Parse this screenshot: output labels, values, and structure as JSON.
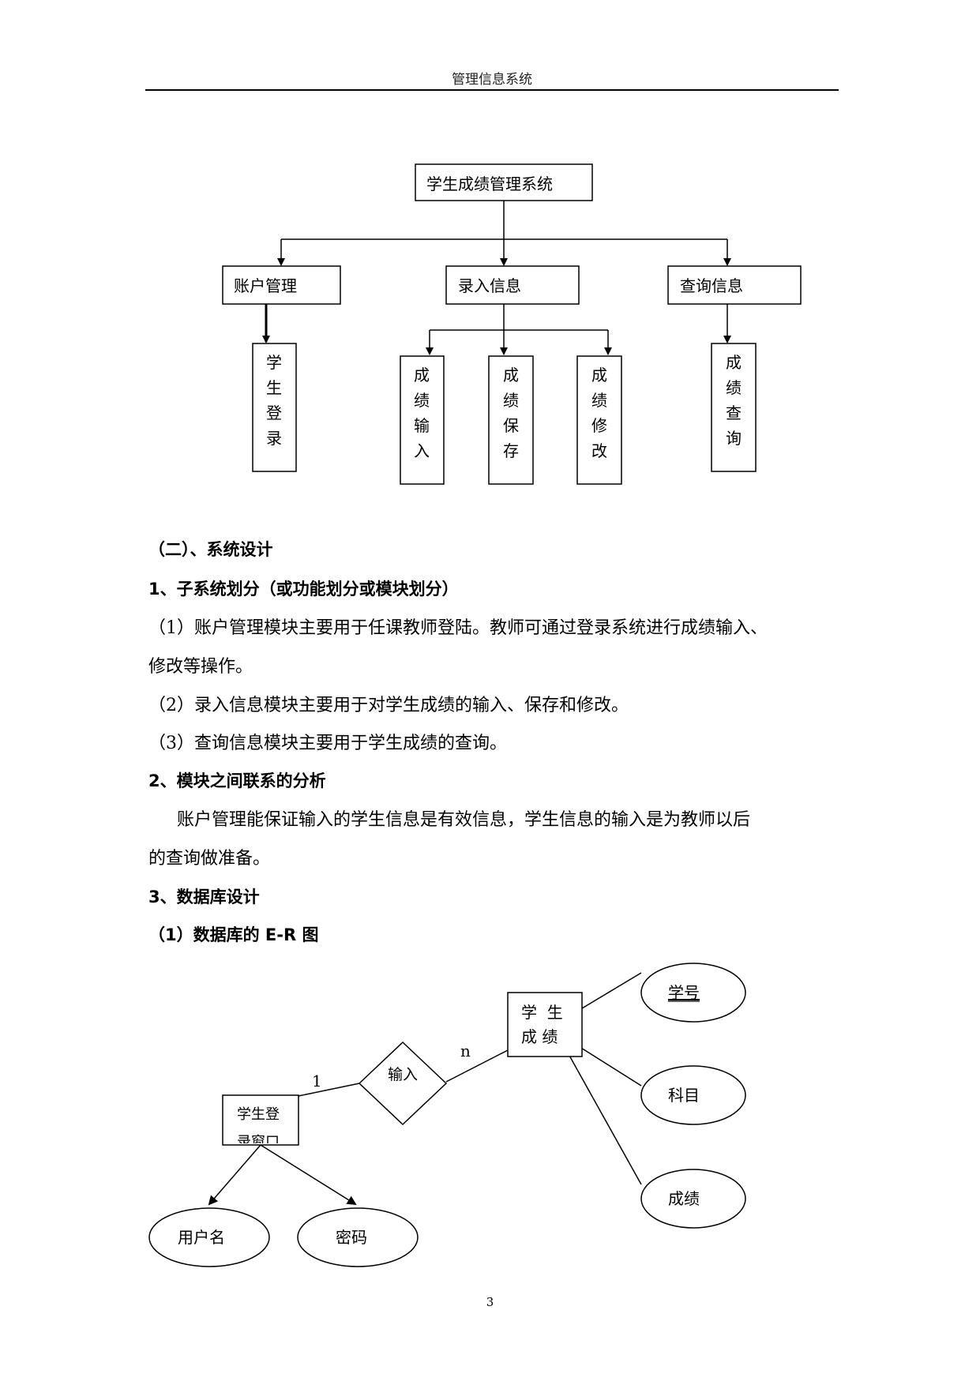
{
  "header": {
    "title": "管理信息系统"
  },
  "hierarchy": {
    "root": "学生成绩管理系统",
    "level1": [
      "账户管理",
      "录入信息",
      "查询信息"
    ],
    "level2": {
      "account": [
        "学生登录"
      ],
      "entry": [
        "成绩输入",
        "成绩保存",
        "成绩修改"
      ],
      "query": [
        "成绩查询"
      ]
    }
  },
  "sections": {
    "design_title": "（二）、系统设计",
    "subsystem_title": "1、子系统划分（或功能划分或模块划分）",
    "subsystem_p1_line1": "（1）账户管理模块主要用于任课教师登陆。教师可通过登录系统进行成绩输入、",
    "subsystem_p1_line2": "修改等操作。",
    "subsystem_p2": "（2）录入信息模块主要用于对学生成绩的输入、保存和修改。",
    "subsystem_p3": "（3）查询信息模块主要用于学生成绩的查询。",
    "relation_title": "2、模块之间联系的分析",
    "relation_line1": "账户管理能保证输入的学生信息是有效信息，学生信息的输入是为教师以后",
    "relation_line2": "的查询做准备。",
    "db_title": "3、数据库设计",
    "er_title": "（1）数据库的 E-R 图"
  },
  "er": {
    "entity_login_line1": "学生登",
    "entity_login_line2": "录窗口",
    "entity_score_line1": "学  生",
    "entity_score_line2": "成 绩",
    "relation": "输入",
    "card_left": "1",
    "card_right": "n",
    "attr_key": "学号",
    "attr_subject": "科目",
    "attr_score": "成绩",
    "attr_username": "用户名",
    "attr_password": "密码"
  },
  "footer": {
    "page_number": "3"
  }
}
